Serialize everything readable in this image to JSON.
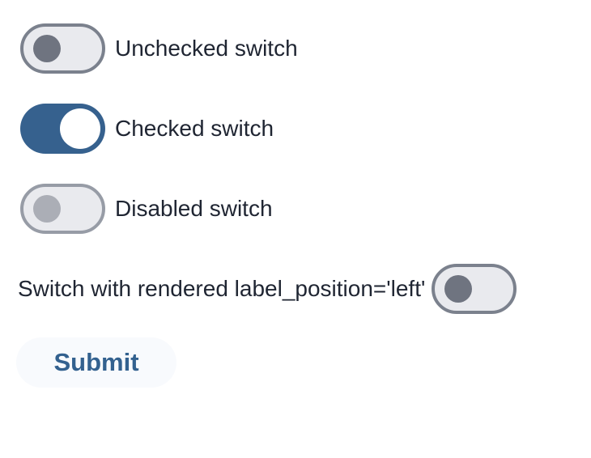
{
  "switches": [
    {
      "label": "Unchecked switch",
      "state": "unchecked",
      "disabled": false,
      "label_position": "right"
    },
    {
      "label": "Checked switch",
      "state": "checked",
      "disabled": false,
      "label_position": "right"
    },
    {
      "label": "Disabled switch",
      "state": "unchecked",
      "disabled": true,
      "label_position": "right"
    },
    {
      "label": "Switch with rendered label_position='left'",
      "state": "unchecked",
      "disabled": false,
      "label_position": "left"
    }
  ],
  "button": {
    "label": "Submit"
  },
  "colors": {
    "checked_track": "#36618e",
    "unchecked_track_fill": "#e9eaee",
    "unchecked_track_border": "#7b818d",
    "unchecked_thumb": "#6f7480",
    "disabled_track_border": "#979ca6",
    "disabled_thumb": "#abaeb6",
    "checked_thumb": "#ffffff",
    "label_text": "#1f2532",
    "button_background": "#f8fafd",
    "button_text": "#33618f",
    "page_background": "#ffffff"
  }
}
